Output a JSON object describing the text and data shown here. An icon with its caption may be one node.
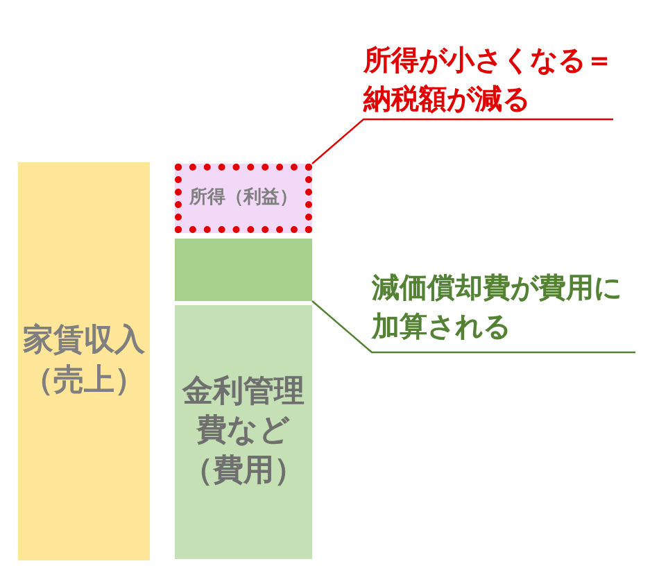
{
  "diagram": {
    "nodes": [
      {
        "text": [
          "家賃収入（売上）"
        ]
      },
      {
        "text": [
          "所得（利益）"
        ]
      },
      {
        "text": [],
        "shape": "bar"
      },
      {
        "text": [
          "金利管理費など（費用）"
        ]
      },
      {
        "text": [
          "所得が小さくなる＝納税額が減る"
        ]
      },
      {
        "text": [
          "減価償却費が費用に加算される"
        ]
      }
    ],
    "edges": [
      {
        "from": 4,
        "to": 1,
        "arrow": "none",
        "color": "#e00000"
      },
      {
        "from": 5,
        "to": 2,
        "arrow": "none",
        "color": "#548235"
      }
    ]
  }
}
